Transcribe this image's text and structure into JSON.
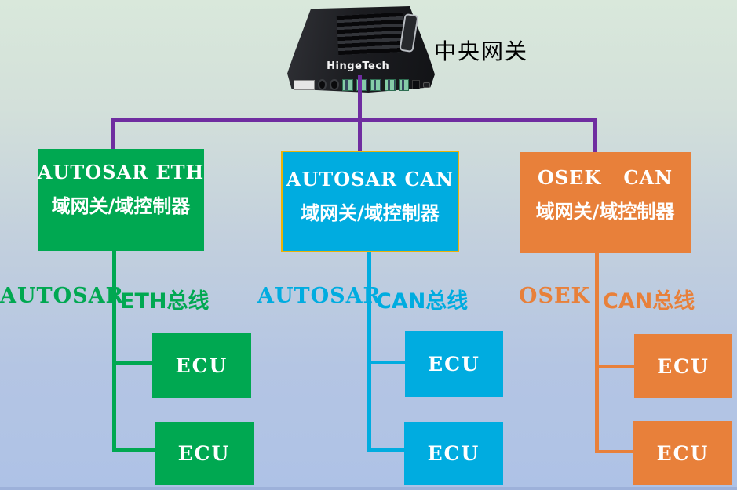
{
  "central_gateway": {
    "label": "中央网关",
    "brand": "HingeTech"
  },
  "colors": {
    "trunk_purple": "#6f2da0",
    "green": "#00a851",
    "blue": "#00ace0",
    "orange": "#e8803a",
    "blue_box_border": "#eab308"
  },
  "domains": [
    {
      "name": "autosar-eth",
      "title_line1": "AUTOSAR ETH",
      "title_line2": "域网关/域控制器",
      "bus_standard": "AUTOSAR",
      "bus_type": "ETH总线",
      "ecus": [
        "ECU",
        "ECU"
      ]
    },
    {
      "name": "autosar-can",
      "title_line1": "AUTOSAR CAN",
      "title_line2": "域网关/域控制器",
      "bus_standard": "AUTOSAR",
      "bus_type": "CAN总线",
      "ecus": [
        "ECU",
        "ECU"
      ]
    },
    {
      "name": "osek-can",
      "title_line1": "OSEK   CAN",
      "title_line2": "域网关/域控制器",
      "bus_standard": "OSEK",
      "bus_type": "CAN总线",
      "ecus": [
        "ECU",
        "ECU"
      ]
    }
  ]
}
